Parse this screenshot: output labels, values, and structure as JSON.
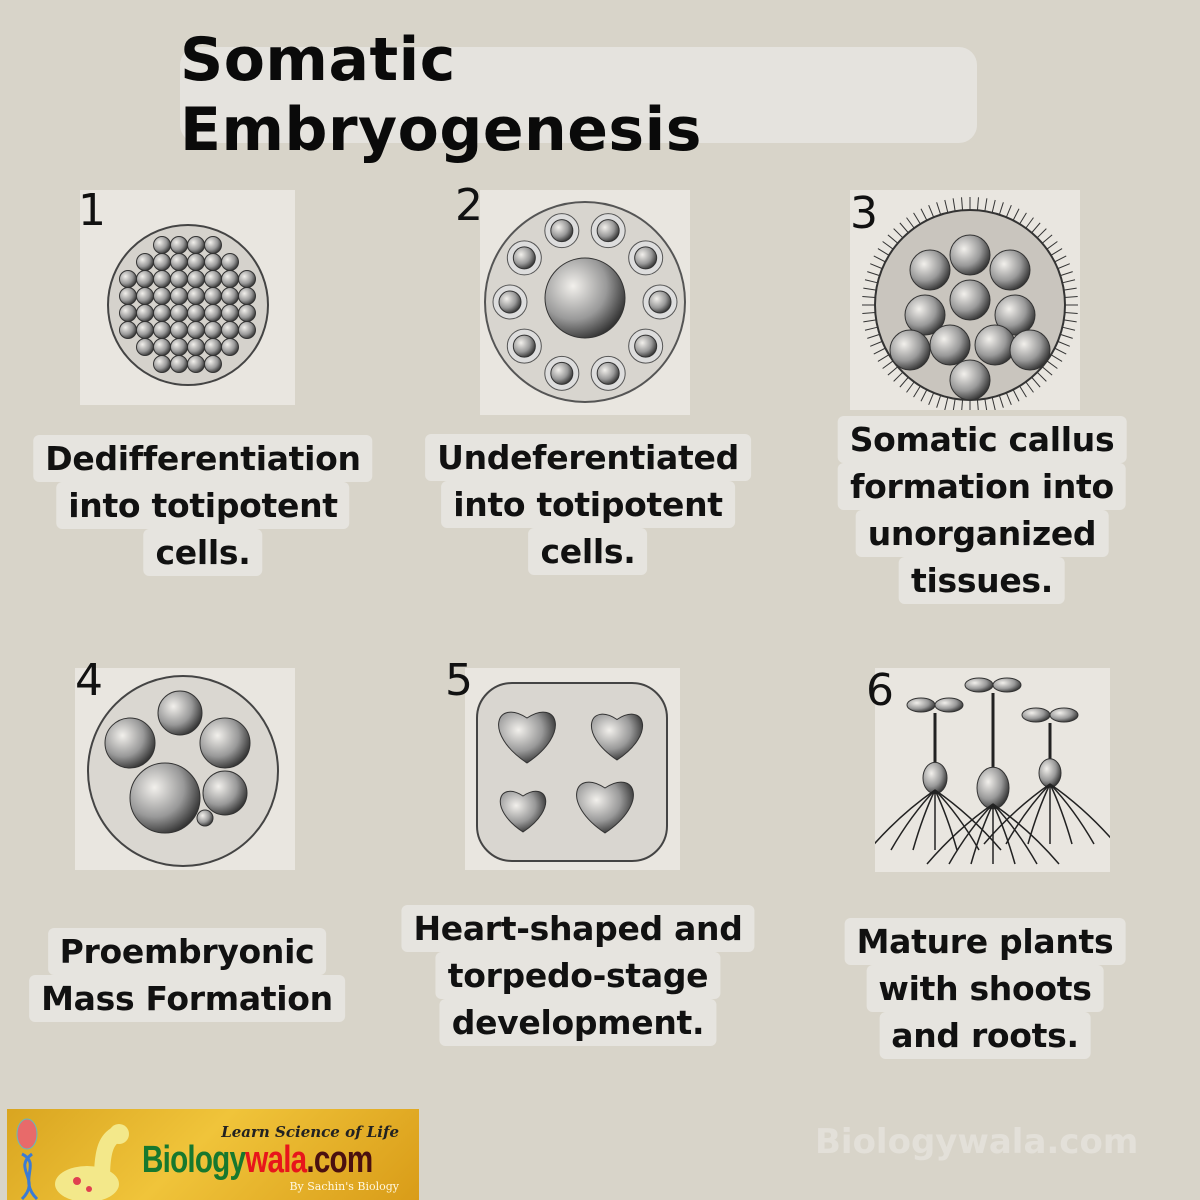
{
  "title": "Somatic  Embryogenesis",
  "steps": [
    {
      "number": "1",
      "lines": [
        "Dedifferentiation",
        "into totipotent",
        "cells."
      ]
    },
    {
      "number": "2",
      "lines": [
        "Undeferentiated",
        "into totipotent",
        "cells."
      ]
    },
    {
      "number": "3",
      "lines": [
        "Somatic callus",
        "formation into",
        "unorganized",
        "tissues."
      ]
    },
    {
      "number": "4",
      "lines": [
        "Proembryonic",
        "Mass Formation"
      ]
    },
    {
      "number": "5",
      "lines": [
        "Heart-shaped and",
        "torpedo-stage",
        "development."
      ]
    },
    {
      "number": "6",
      "lines": [
        "Mature plants",
        "with shoots",
        "and roots."
      ]
    }
  ],
  "logo": {
    "tagline": "Learn Science of Life",
    "brand_part1": "Biology",
    "brand_part2": "wala",
    "brand_part3": ".com",
    "byline": "By Sachin's Biology"
  },
  "watermark": "Biologywala.com"
}
